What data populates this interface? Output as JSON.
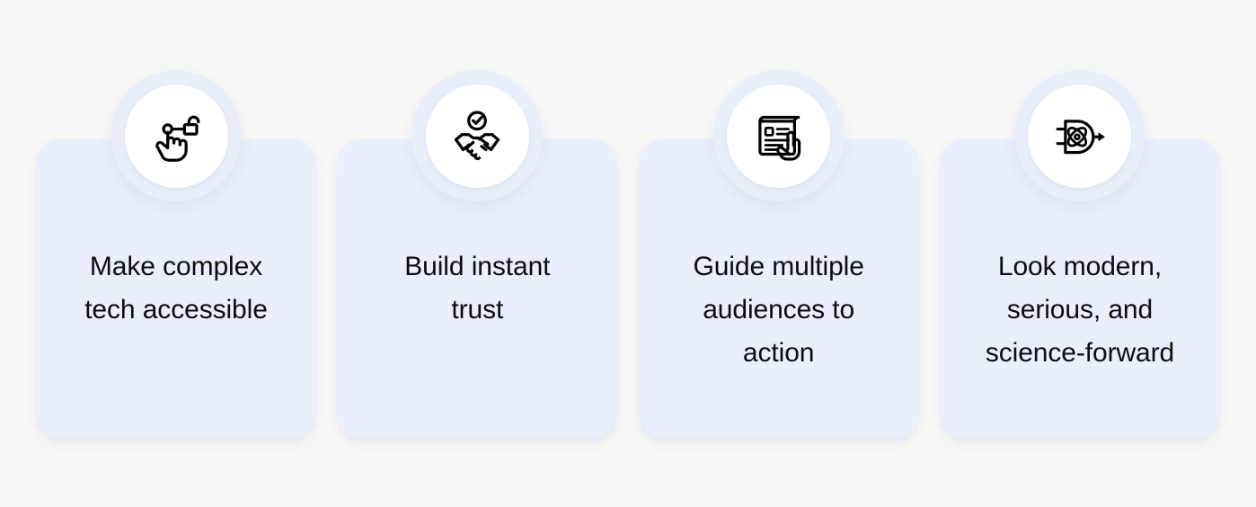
{
  "page": {
    "background_color": "#f8f8f7",
    "card_color": "#e9effc",
    "icon_ring_color": "#e9eefb",
    "icon_disc_color": "#ffffff",
    "text_color": "#0b0d10"
  },
  "cards": [
    {
      "icon": "hand-tap-unlock-icon",
      "text_line_1": "Make complex",
      "text_line_2": "tech accessible",
      "text_line_3": ""
    },
    {
      "icon": "handshake-verified-icon",
      "text_line_1": "Build instant",
      "text_line_2": "trust",
      "text_line_3": ""
    },
    {
      "icon": "document-hand-pointer-icon",
      "text_line_1": "Guide multiple",
      "text_line_2": "audiences to",
      "text_line_3": "action"
    },
    {
      "icon": "plug-atom-arrow-icon",
      "text_line_1": "Look modern,",
      "text_line_2": "serious, and",
      "text_line_3": "science-forward"
    }
  ]
}
